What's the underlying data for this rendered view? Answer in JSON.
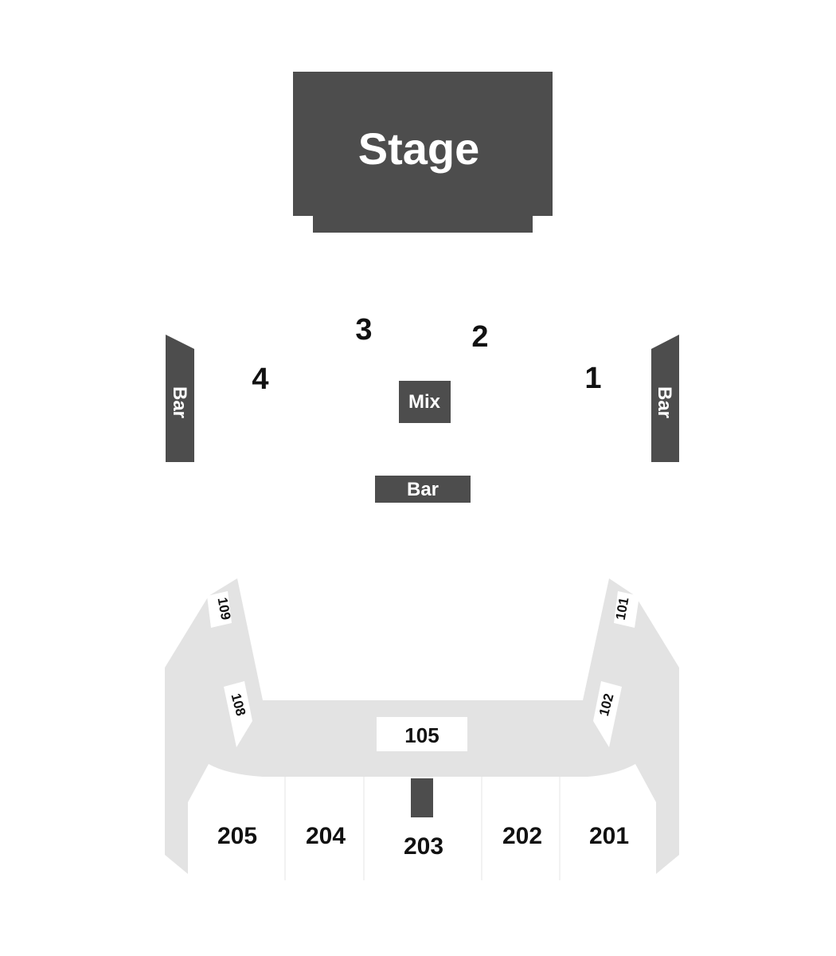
{
  "colors": {
    "fixture": "#4d4d4d",
    "seating": "#e3e3e3",
    "background": "#ffffff",
    "fixture_label": "#ffffff",
    "section_label": "#111111"
  },
  "stage": {
    "label": "Stage"
  },
  "fixtures": {
    "mix": "Mix",
    "bar_center": "Bar",
    "bar_left": "Bar",
    "bar_right": "Bar"
  },
  "floor_sections": {
    "s1": "1",
    "s2": "2",
    "s3": "3",
    "s4": "4"
  },
  "lower_sections": {
    "s101": "101",
    "s102": "102",
    "s105": "105",
    "s108": "108",
    "s109": "109"
  },
  "upper_sections": {
    "s201": "201",
    "s202": "202",
    "s203": "203",
    "s204": "204",
    "s205": "205"
  }
}
